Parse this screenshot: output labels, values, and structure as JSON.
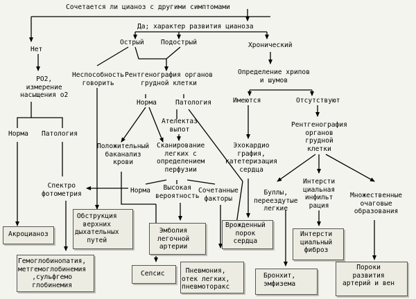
{
  "nodes": {
    "root": "Сочетается ли цианоз с другими симптомами",
    "no": "Нет",
    "yes": "Да; характер развития цианоза",
    "po2": "PO2,\nизмерение\nнасыщения о2",
    "acute": "Острый",
    "subacute": "Подострый",
    "chronic": "Хронический",
    "unable": "Неспособность\nговорить",
    "xray_chest": "Рентгенография органов\nгрудной клетки",
    "wheeze": "Определение хрипов\nи шумов",
    "norm1": "Норма",
    "patho1": "Патология",
    "norm2": "Норма",
    "patho2": "Патология",
    "present": "Имеются",
    "absent": "Отсутствуют",
    "atelectasis": "Ателектаз\nвыпот",
    "xray2": "Рентгенография\nорганов\nгрудной\nклетки",
    "positive_bac": "Положительный\nбаканализ\nкрови",
    "lung_scan": "Сканирование\nлегких с\nопределением\nперфузии",
    "echo": "Эхокардио\nграфия,\nкатетеризация\nсердца",
    "spectro": "Спектро\nфотометрия",
    "norm3": "Норма",
    "high_prob": "Высокая\nвероятность",
    "combined": "Сочетанные\nфакторы",
    "bullae": "Буллы,\nпереездутые\nлегкие",
    "interstitial_inf": "Интерсти\nциальная\nинфильт\nрация",
    "multiple_foci": "Множественные\nочаговые\nобразования",
    "acrocyanosis": "Акроцианоз",
    "upper_airway": "Обструкция\nверхних\nдыхательных\nпутей",
    "embolism": "Эмболия\nлегочной\nартерии",
    "congenital": "Врожденный\nпорок\nсердца",
    "interstitial_fib": "Интерсти\nциальный\nфиброз",
    "hemoglobinopathy": "Гемоглобинопатия,\nметгемоглобинемия\n,сульфгемо\nглобинемия",
    "sepsis": "Сепсис",
    "pneumonia": "Пневмония,\nотек легких,\nпневмоторакс",
    "bronchitis": "Бронхит,\nэмфизема",
    "vascular": "Пороки\nразвития\nартерий и вен"
  }
}
